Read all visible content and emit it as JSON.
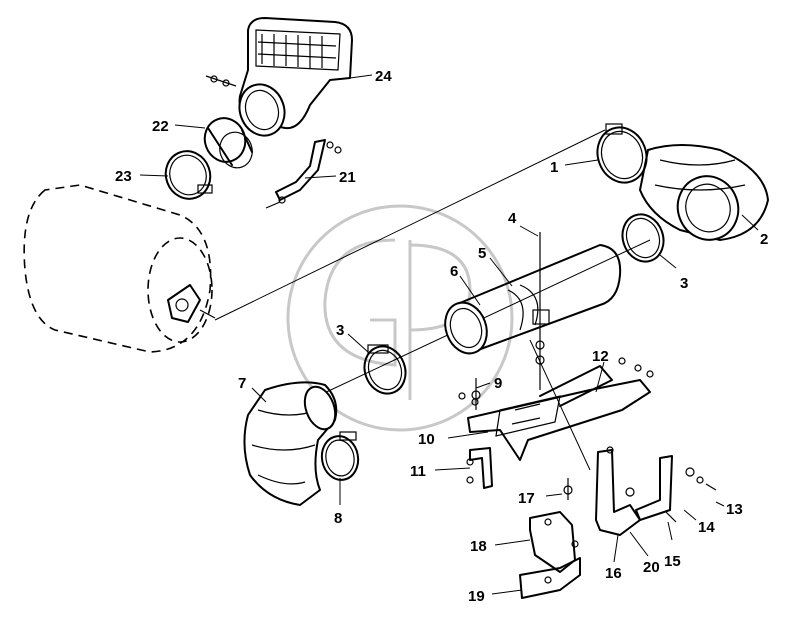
{
  "diagram": {
    "type": "exploded-parts-diagram",
    "watermark_icon": "gp-logo-watermark",
    "callouts": [
      {
        "id": "c1",
        "label": "1"
      },
      {
        "id": "c2",
        "label": "2"
      },
      {
        "id": "c3a",
        "label": "3"
      },
      {
        "id": "c3b",
        "label": "3"
      },
      {
        "id": "c4",
        "label": "4"
      },
      {
        "id": "c5",
        "label": "5"
      },
      {
        "id": "c6",
        "label": "6"
      },
      {
        "id": "c7",
        "label": "7"
      },
      {
        "id": "c8",
        "label": "8"
      },
      {
        "id": "c9",
        "label": "9"
      },
      {
        "id": "c10",
        "label": "10"
      },
      {
        "id": "c11",
        "label": "11"
      },
      {
        "id": "c12",
        "label": "12"
      },
      {
        "id": "c13",
        "label": "13"
      },
      {
        "id": "c14",
        "label": "14"
      },
      {
        "id": "c15",
        "label": "15"
      },
      {
        "id": "c16",
        "label": "16"
      },
      {
        "id": "c17",
        "label": "17"
      },
      {
        "id": "c18",
        "label": "18"
      },
      {
        "id": "c19",
        "label": "19"
      },
      {
        "id": "c20",
        "label": "20"
      },
      {
        "id": "c21",
        "label": "21"
      },
      {
        "id": "c22",
        "label": "22"
      },
      {
        "id": "c23",
        "label": "23"
      },
      {
        "id": "c24",
        "label": "24"
      }
    ]
  }
}
